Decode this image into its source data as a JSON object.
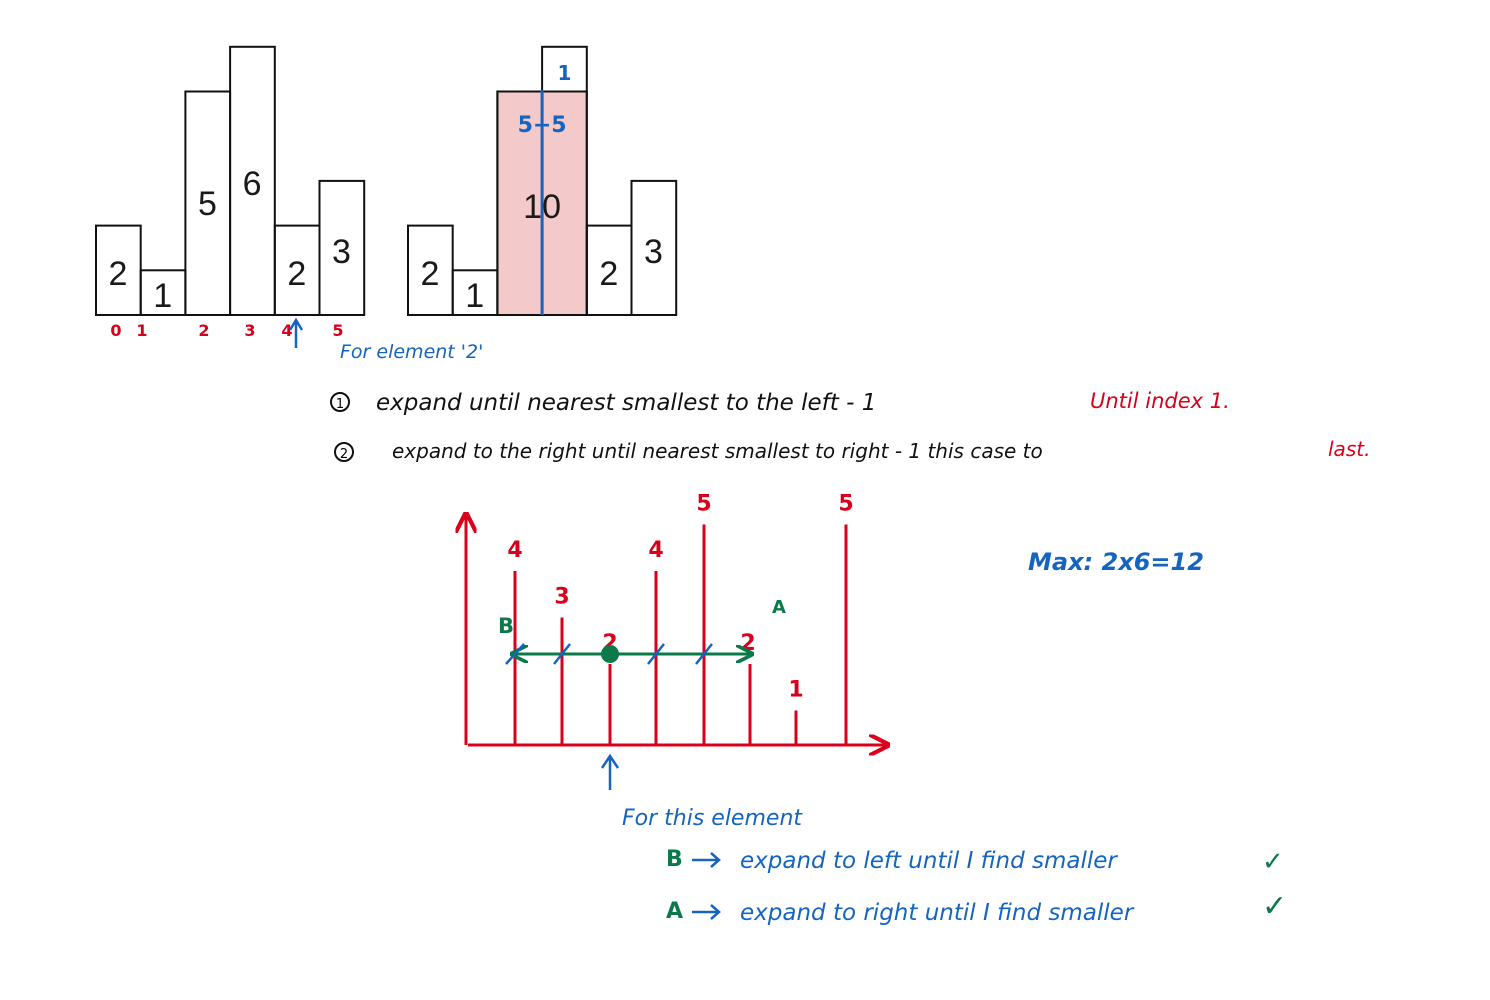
{
  "histogram_left": {
    "bars": [
      {
        "value": 2,
        "label": "2"
      },
      {
        "value": 1,
        "label": "1"
      },
      {
        "value": 5,
        "label": "5"
      },
      {
        "value": 6,
        "label": "6"
      },
      {
        "value": 2,
        "label": "2"
      },
      {
        "value": 3,
        "label": "3"
      }
    ],
    "indices": [
      "0",
      "1",
      "2",
      "3",
      "4",
      "5"
    ],
    "annotation": "For element '2'"
  },
  "histogram_right": {
    "bars": [
      {
        "value": 2,
        "label": "2"
      },
      {
        "value": 1,
        "label": "1"
      },
      {
        "value": 5,
        "label": ""
      },
      {
        "value": 6,
        "label": ""
      },
      {
        "value": 2,
        "label": "2"
      },
      {
        "value": 3,
        "label": "3"
      }
    ],
    "highlight_label": "10",
    "split_label": "5+5",
    "top_mark": "1"
  },
  "steps": [
    {
      "num": "1",
      "text": "expand until nearest smallest to the left - 1",
      "note": "Until index 1."
    },
    {
      "num": "2",
      "text": "expand to the right until nearest smallest to right - 1 this case to",
      "note": "last."
    }
  ],
  "line_diagram": {
    "heights": [
      4,
      3,
      2,
      4,
      5,
      2,
      1,
      5
    ],
    "labels": [
      "4",
      "3",
      "2",
      "4",
      "5",
      "2",
      "1",
      "5"
    ],
    "left_marker": "B",
    "right_marker": "A",
    "caption": "For this element",
    "explanations": [
      {
        "key": "B",
        "text": "expand to left until I find smaller",
        "check": "✓"
      },
      {
        "key": "A",
        "text": "expand to right until I find smaller",
        "check": "✓"
      }
    ]
  },
  "max_text": "Max: 2x6=12"
}
